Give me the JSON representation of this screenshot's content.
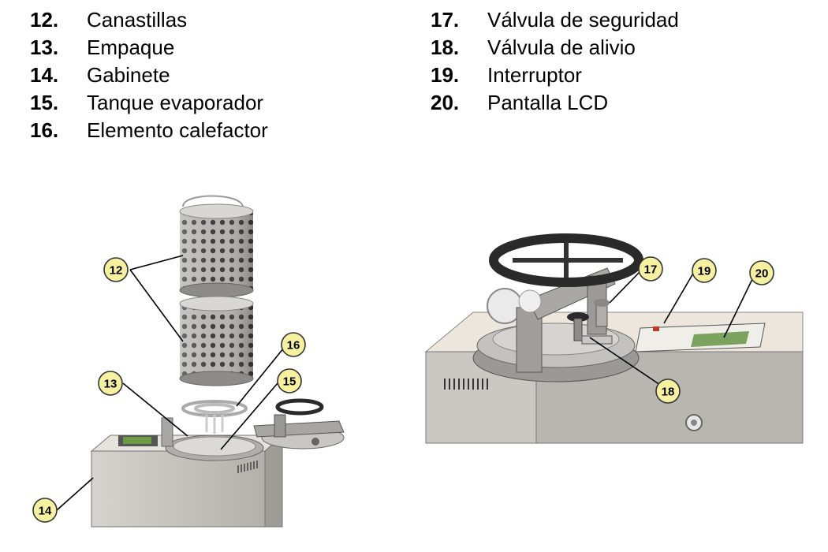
{
  "legend": {
    "left": [
      {
        "number": "12.",
        "label": "Canastillas"
      },
      {
        "number": "13.",
        "label": "Empaque"
      },
      {
        "number": "14.",
        "label": "Gabinete"
      },
      {
        "number": "15.",
        "label": "Tanque evaporador"
      },
      {
        "number": "16.",
        "label": "Elemento calefactor"
      }
    ],
    "right": [
      {
        "number": "17.",
        "label": "Válvula de seguridad"
      },
      {
        "number": "18.",
        "label": "Válvula de alivio"
      },
      {
        "number": "19.",
        "label": "Interruptor"
      },
      {
        "number": "20.",
        "label": "Pantalla LCD"
      }
    ]
  },
  "callouts": {
    "c12": "12",
    "c13": "13",
    "c14": "14",
    "c15": "15",
    "c16": "16",
    "c17": "17",
    "c18": "18",
    "c19": "19",
    "c20": "20"
  },
  "colors": {
    "callout_fill": "#f5f1a0",
    "callout_stroke": "#333333",
    "cabinet": "#c9c5c0",
    "top_panel": "#ece6dc",
    "metal": "#b9b9b9",
    "wheel": "#2a2a2a",
    "display_green": "#5e8f3c"
  }
}
